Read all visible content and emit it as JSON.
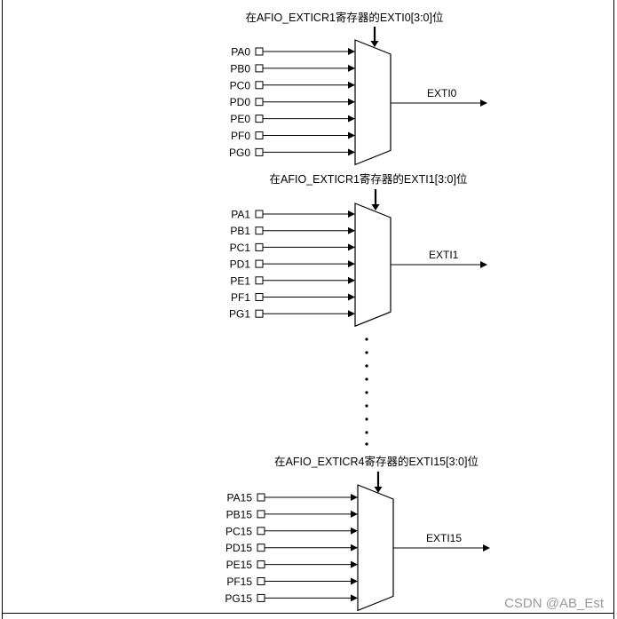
{
  "diagram": {
    "blocks": [
      {
        "title": "在AFIO_EXTICR1寄存器的EXTI0[3:0]位",
        "inputs": [
          "PA0",
          "PB0",
          "PC0",
          "PD0",
          "PE0",
          "PF0",
          "PG0"
        ],
        "output": "EXTI0"
      },
      {
        "title": "在AFIO_EXTICR1寄存器的EXTI1[3:0]位",
        "inputs": [
          "PA1",
          "PB1",
          "PC1",
          "PD1",
          "PE1",
          "PF1",
          "PG1"
        ],
        "output": "EXTI1"
      },
      {
        "title": "在AFIO_EXTICR4寄存器的EXTI15[3:0]位",
        "inputs": [
          "PA15",
          "PB15",
          "PC15",
          "PD15",
          "PE15",
          "PF15",
          "PG15"
        ],
        "output": "EXTI15"
      }
    ]
  },
  "watermark": "CSDN @AB_Est"
}
